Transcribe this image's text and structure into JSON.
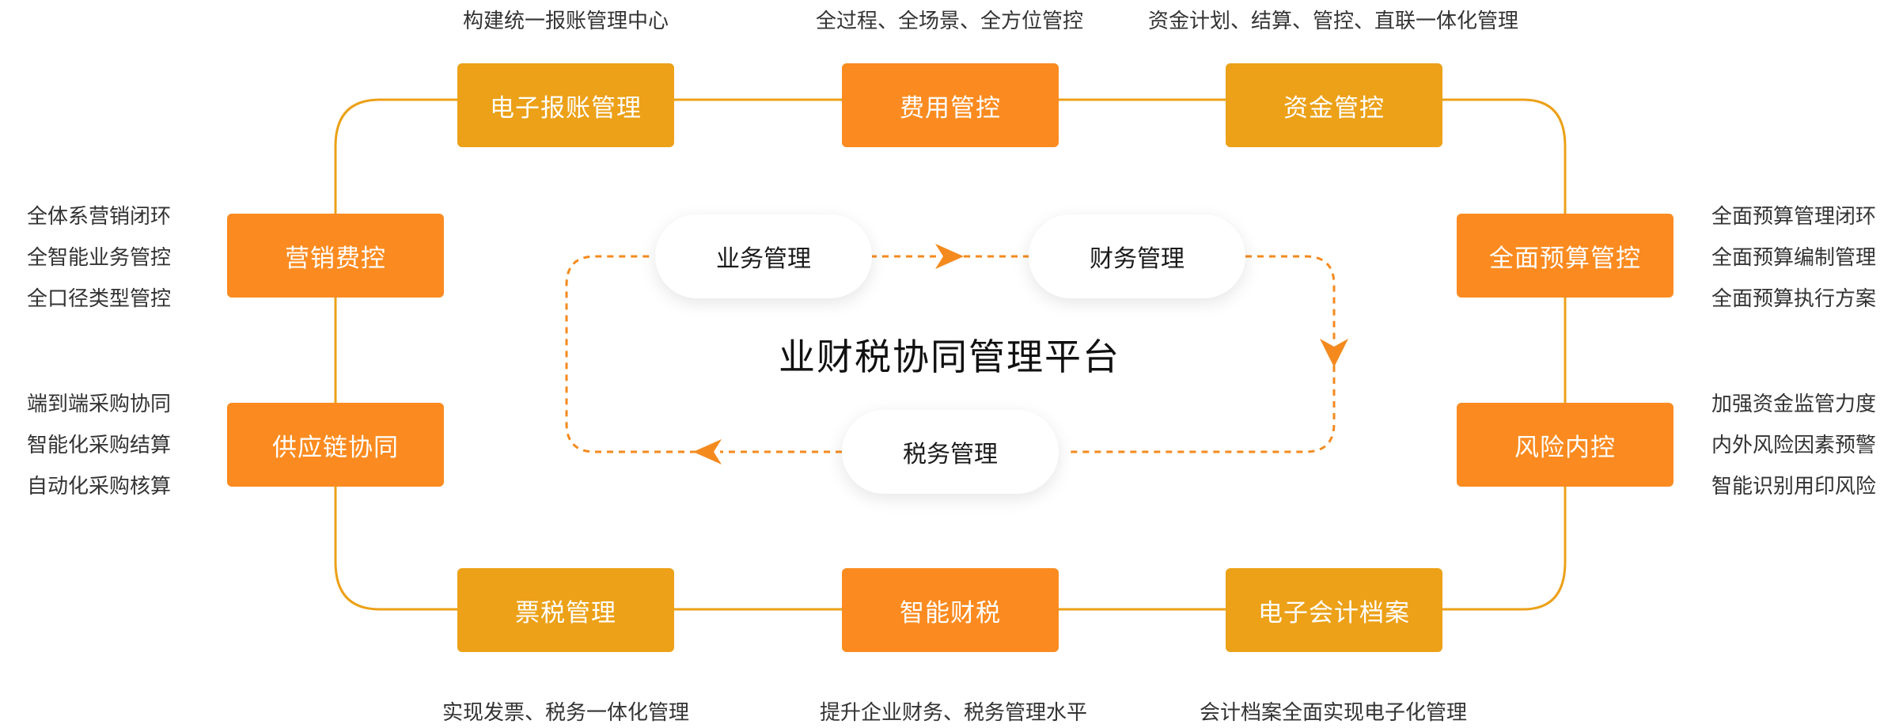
{
  "center_title": "业财税协同管理平台",
  "modules": {
    "e_reimburse": "电子报账管理",
    "expense": "费用管控",
    "fund": "资金管控",
    "marketing": "营销费控",
    "supply": "供应链协同",
    "budget": "全面预算管控",
    "risk": "风险内控",
    "invoice_tax": "票税管理",
    "smart_tax": "智能财税",
    "archive": "电子会计档案"
  },
  "captions": {
    "e_reimburse": "构建统一报账管理中心",
    "expense": "全过程、全场景、全方位管控",
    "fund": "资金计划、结算、管控、直联一体化管理",
    "invoice_tax": "实现发票、税务一体化管理",
    "smart_tax": "提升企业财务、税务管理水平",
    "archive": "会计档案全面实现电子化管理"
  },
  "left_lists": {
    "marketing": [
      "全体系营销闭环",
      "全智能业务管控",
      "全口径类型管控"
    ],
    "supply": [
      "端到端采购协同",
      "智能化采购结算",
      "自动化采购核算"
    ]
  },
  "right_lists": {
    "budget": [
      "全面预算管理闭环",
      "全面预算编制管理",
      "全面预算执行方案"
    ],
    "risk": [
      "加强资金监管力度",
      "内外风险因素预警",
      "智能识别用印风险"
    ]
  },
  "cycle": {
    "business": "业务管理",
    "finance": "财务管理",
    "tax": "税务管理"
  },
  "colors": {
    "yellow": "#ECA118",
    "orange": "#FB8B20",
    "line": "#ECA118",
    "dashed": "#F48A1E"
  }
}
